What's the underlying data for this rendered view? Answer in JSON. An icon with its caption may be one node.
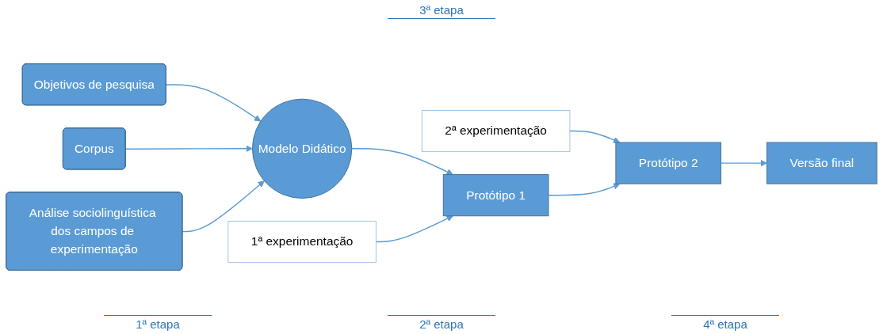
{
  "diagram": {
    "nodes": [
      {
        "text": [
          "Objetivos de pesquisa"
        ]
      },
      {
        "text": [
          "Corpus"
        ]
      },
      {
        "text": [
          "Análise sociolinguística dos campos de experimentação"
        ]
      },
      {
        "text": [
          "Modelo Didático"
        ]
      },
      {
        "text": [
          "1ª experimentação"
        ]
      },
      {
        "text": [
          "2ª experimentação"
        ]
      },
      {
        "text": [
          "Protótipo 1"
        ]
      },
      {
        "text": [
          "Protótipo 2"
        ]
      },
      {
        "text": [
          "Versão final"
        ]
      }
    ],
    "edges": [
      {
        "from": 0,
        "to": 3,
        "arrow": "to"
      },
      {
        "from": 1,
        "to": 3,
        "arrow": "to"
      },
      {
        "from": 2,
        "to": 3,
        "arrow": "to"
      },
      {
        "from": 3,
        "to": 6,
        "arrow": "to"
      },
      {
        "from": 4,
        "to": 6,
        "arrow": "to"
      },
      {
        "from": 5,
        "to": 7,
        "arrow": "to"
      },
      {
        "from": 6,
        "to": 7,
        "arrow": "to"
      },
      {
        "from": 7,
        "to": 8,
        "arrow": "to"
      }
    ],
    "labels": [
      "3ª etapa",
      "1ª etapa",
      "2ª etapa",
      "4ª etapa"
    ]
  }
}
